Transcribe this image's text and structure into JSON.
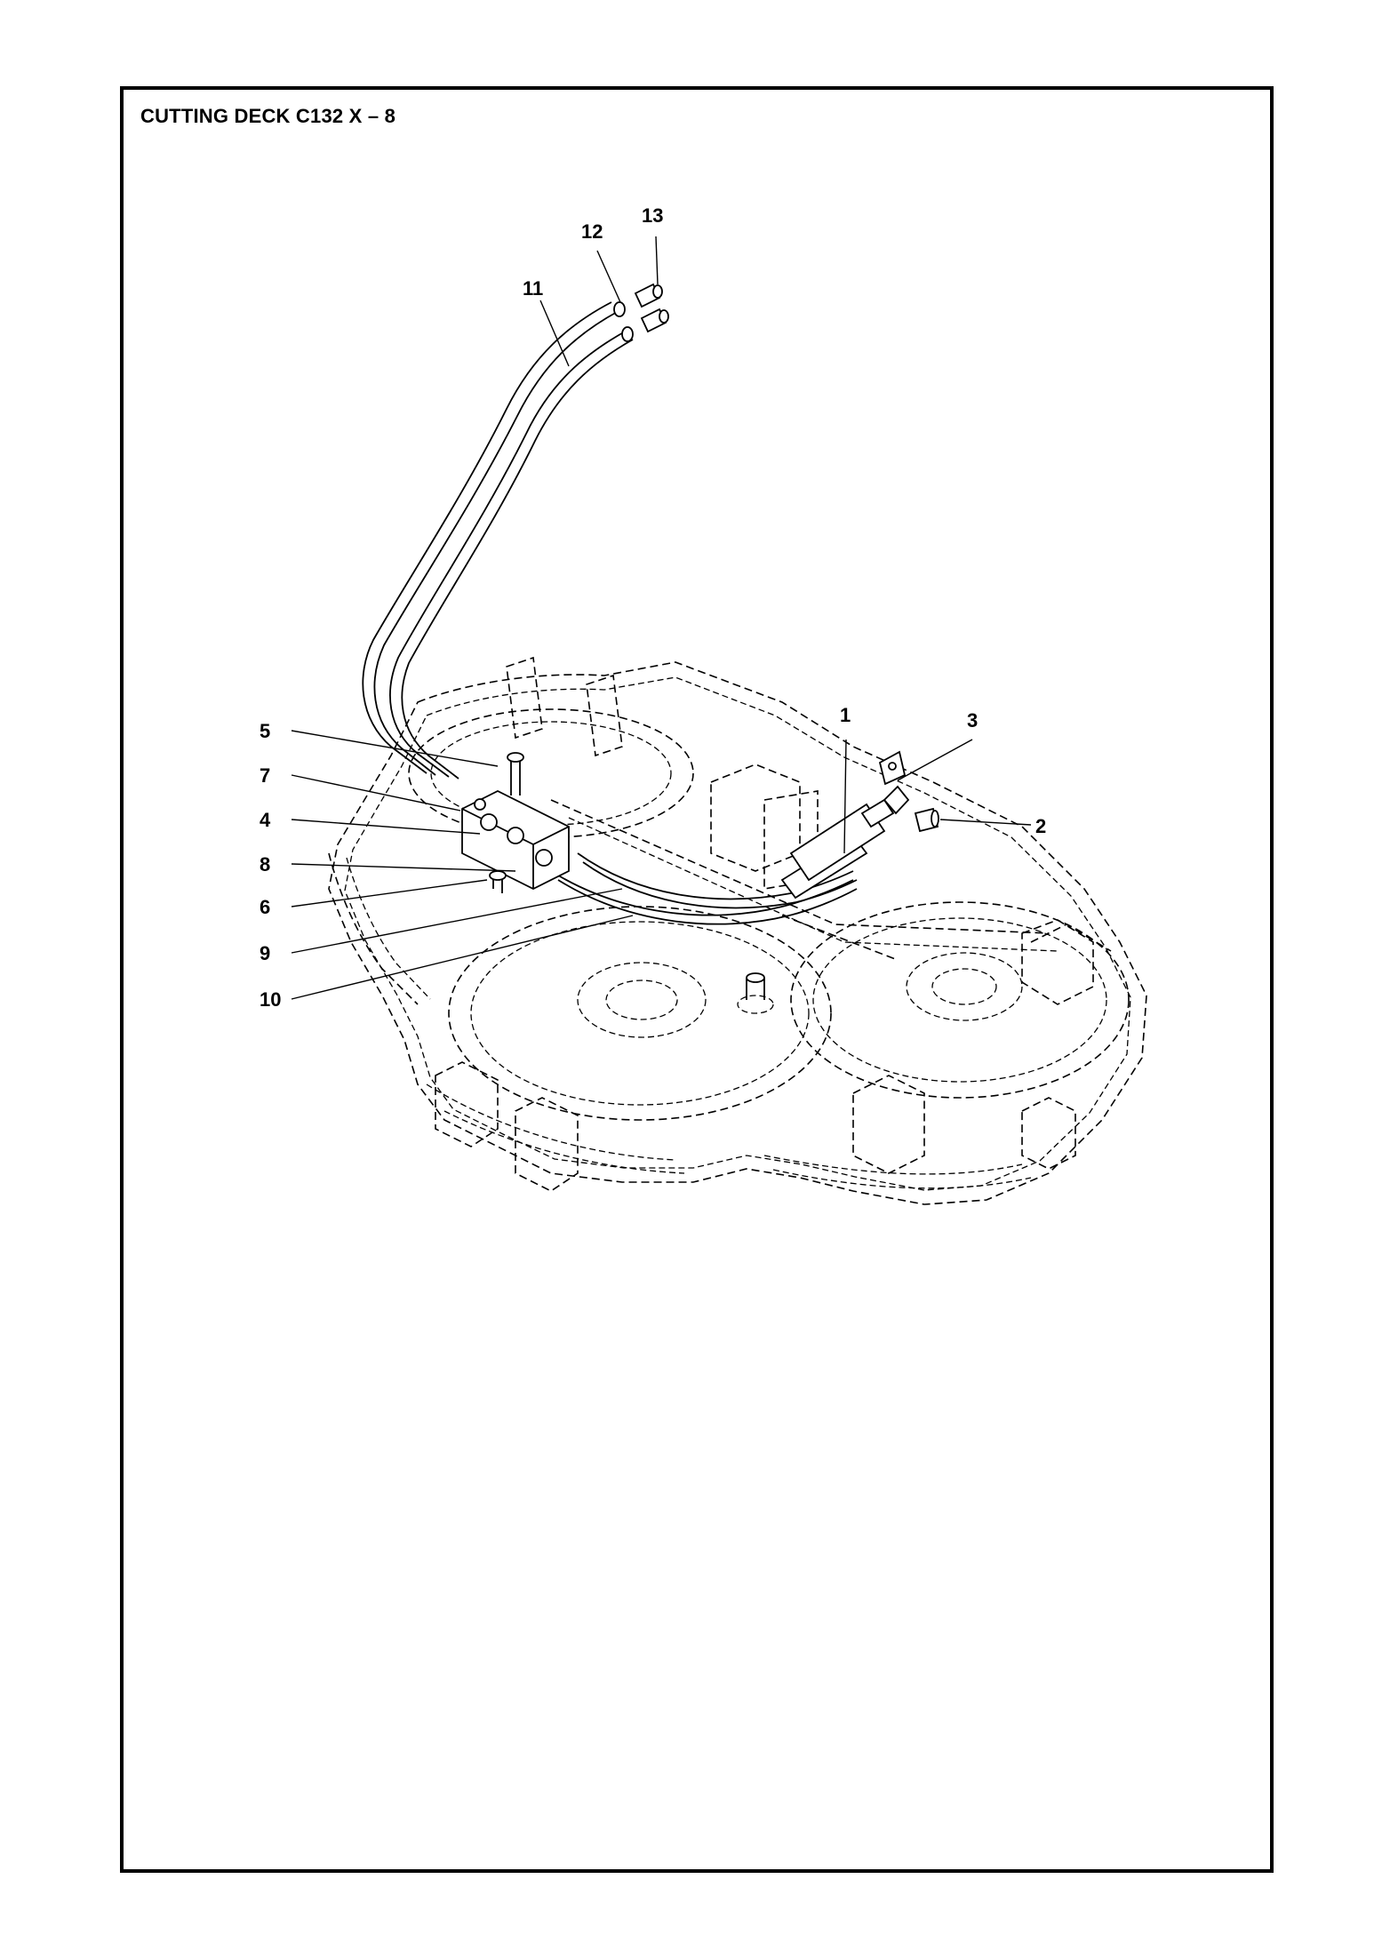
{
  "header": {
    "title": "CUTTING DECK C132 X – 8"
  },
  "callouts": [
    {
      "number": "1"
    },
    {
      "number": "2"
    },
    {
      "number": "3"
    },
    {
      "number": "4"
    },
    {
      "number": "5"
    },
    {
      "number": "6"
    },
    {
      "number": "7"
    },
    {
      "number": "8"
    },
    {
      "number": "9"
    },
    {
      "number": "10"
    },
    {
      "number": "11"
    },
    {
      "number": "12"
    },
    {
      "number": "13"
    }
  ]
}
